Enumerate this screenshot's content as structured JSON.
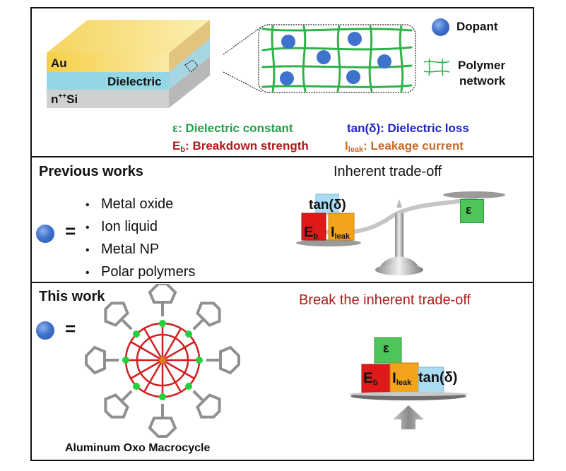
{
  "section_top": {
    "layers": {
      "top": "Au",
      "middle": "Dielectric",
      "bottom_base": "n",
      "bottom_sup": "++",
      "bottom_tail": "Si"
    },
    "legend": {
      "dopant": "Dopant",
      "polymer_line1": "Polymer",
      "polymer_line2": "network"
    },
    "definitions": [
      {
        "symbol": "ε",
        "sub": "",
        "text": ": Dielectric constant",
        "color": "#1fa14a"
      },
      {
        "symbol": "tan(δ)",
        "sub": "",
        "text": ": Dielectric loss",
        "color": "#1d22c9"
      },
      {
        "symbol": "E",
        "sub": "b",
        "text": ": Breakdown strength",
        "color": "#b01818"
      },
      {
        "symbol": "I",
        "sub": "leak",
        "text": ": Leakage current",
        "color": "#c8692a"
      }
    ]
  },
  "section_previous": {
    "title": "Previous works",
    "equals": "=",
    "items": [
      "Metal oxide",
      "Ion liquid",
      "Metal NP",
      "Polar polymers"
    ],
    "right_title": "Inherent trade-off",
    "cubes": {
      "tan": "tan(δ)",
      "eb": "E",
      "eb_sub": "b",
      "ileak": "I",
      "ileak_sub": "leak",
      "eps": "ε"
    }
  },
  "section_this": {
    "title": "This work",
    "equals": "=",
    "molecule_caption": "Aluminum Oxo Macrocycle",
    "right_title": "Break the inherent trade-off",
    "right_title_color": "#b01818",
    "cubes": {
      "tan": "tan(δ)",
      "eb": "E",
      "eb_sub": "b",
      "ileak": "I",
      "ileak_sub": "leak",
      "eps": "ε"
    }
  },
  "colors": {
    "gold": "#f7dc7a",
    "dielectric": "#9fd9ea",
    "silicon": "#cfcfcf",
    "polymer": "#2fb34a",
    "dopant": "#3f72cc",
    "cube_red": "#e01a1a",
    "cube_orange": "#f2a51c",
    "cube_blue": "#a9dcf3",
    "cube_green": "#4cc65a"
  }
}
